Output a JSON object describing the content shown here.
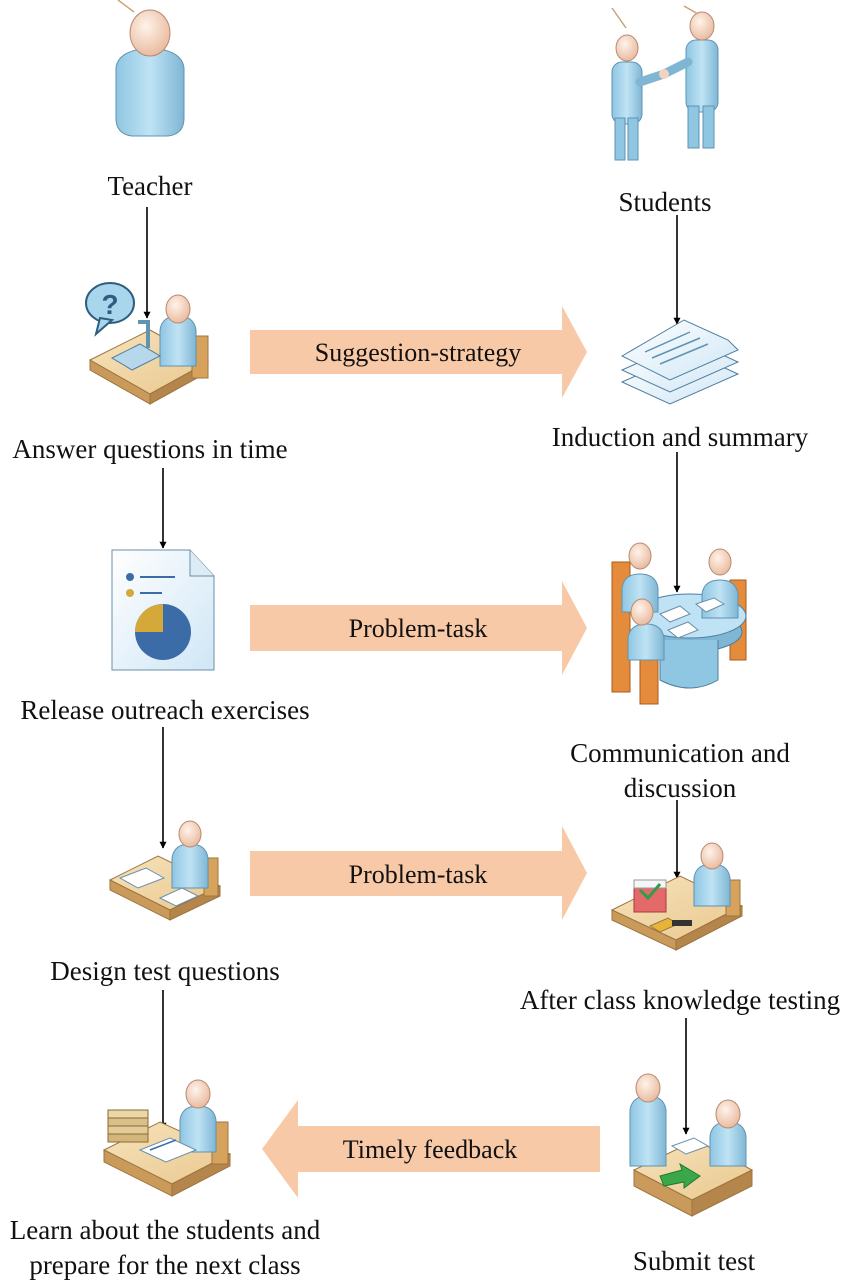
{
  "diagram": {
    "nodes": {
      "teacher": "Teacher",
      "students": "Students",
      "answer_questions": "Answer questions in time",
      "induction_summary": "Induction and summary",
      "release_exercises": "Release outreach exercises",
      "communication_line1": "Communication and",
      "communication_line2": "discussion",
      "design_test": "Design test questions",
      "after_class_testing": "After class knowledge testing",
      "learn_line1": "Learn about the students and",
      "learn_line2": "prepare for the next class",
      "submit_test": "Submit test"
    },
    "links": {
      "suggestion_strategy": "Suggestion-strategy",
      "problem_task_1": "Problem-task",
      "problem_task_2": "Problem-task",
      "timely_feedback": "Timely feedback"
    },
    "colors": {
      "big_arrow": "#F8C9A6",
      "person_body": "#A9D6EC",
      "person_head": "#F4D2BE",
      "desk_top": "#F2D8A8",
      "desk_side": "#C99A5A",
      "chair": "#E58C3C",
      "paper": "#EAF4FB",
      "chart_blue": "#3B6CA8",
      "chart_gold": "#D4A93A"
    },
    "icons": [
      "person-icon",
      "handshake-icon",
      "phone-desk-icon",
      "stacked-papers-icon",
      "chart-document-icon",
      "meeting-table-icon",
      "desk-writing-icon",
      "desk-grading-icon",
      "desk-books-icon",
      "desk-handover-icon"
    ]
  }
}
